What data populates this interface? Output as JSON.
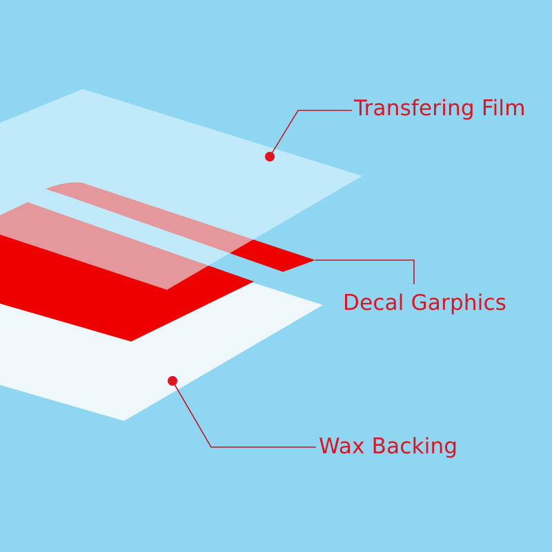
{
  "colors": {
    "background": "#8fd6f3",
    "wax_backing": "#eef7f9",
    "decal_red": "#ee0000",
    "transfer_film": "#d2f0fa",
    "label_red": "#e0141f",
    "leader_red": "#c8141c"
  },
  "labels": {
    "transfer_film": "Transfering Film",
    "decal_graphics": "Decal Garphics",
    "wax_backing": "Wax Backing"
  }
}
